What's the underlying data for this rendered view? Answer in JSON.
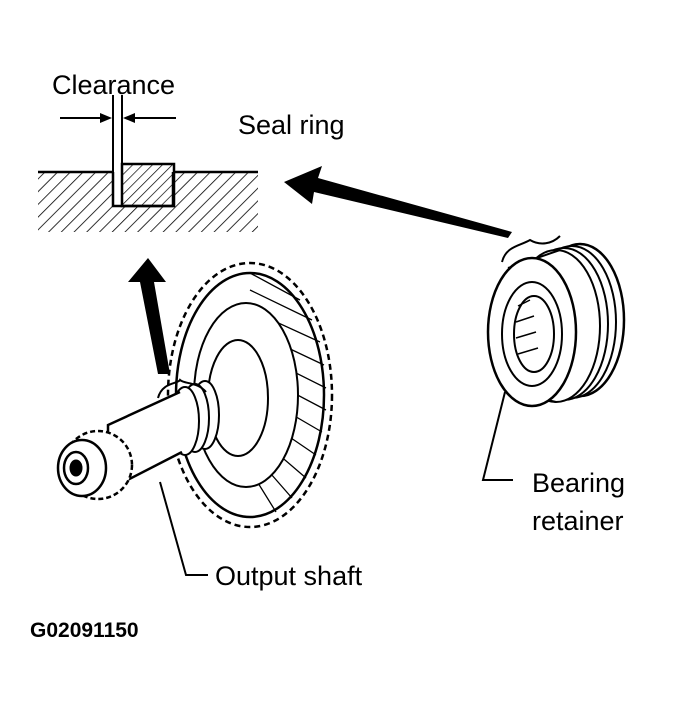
{
  "labels": {
    "clearance": "Clearance",
    "seal_ring": "Seal ring",
    "bearing_line1": "Bearing",
    "bearing_line2": "retainer",
    "output_shaft": "Output shaft"
  },
  "figure_code": "G02091150",
  "colors": {
    "ink": "#000000",
    "paper": "#ffffff"
  }
}
